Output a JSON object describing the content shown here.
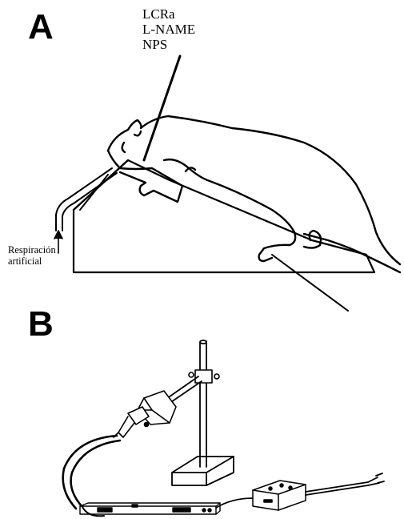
{
  "panel_a": {
    "letter": "A",
    "drugs": [
      "LCRa",
      "L-NAME",
      "NPS"
    ],
    "respiration_label": [
      "Respiración",
      "artificial"
    ]
  },
  "panel_b": {
    "letter": "B"
  },
  "colors": {
    "ink": "#000000",
    "paper": "#ffffff"
  }
}
